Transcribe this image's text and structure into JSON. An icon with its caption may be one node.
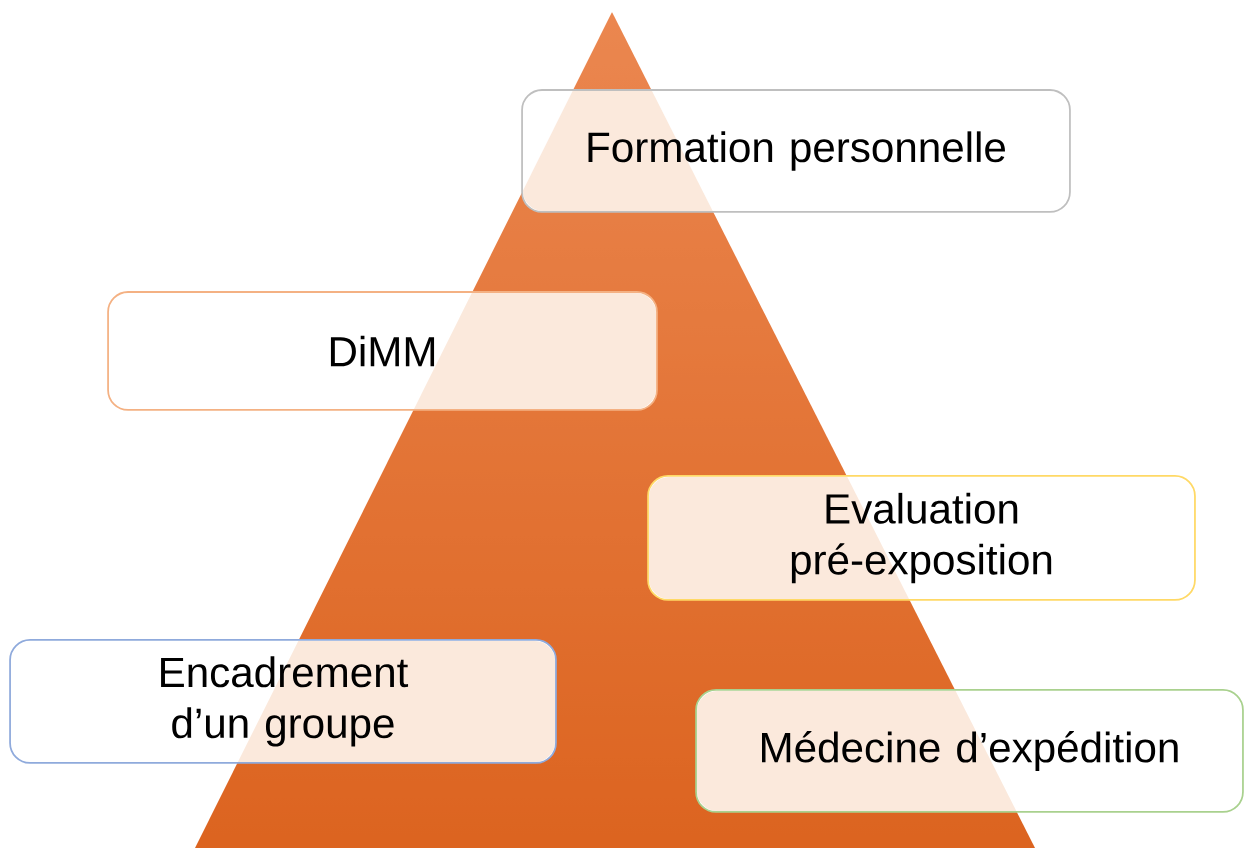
{
  "diagram": {
    "nodes": [
      {
        "text": [
          "Formation personnelle"
        ]
      },
      {
        "text": [
          "DiMM"
        ]
      },
      {
        "text": [
          "Evaluation pré-exposition"
        ]
      },
      {
        "text": [
          "Encadrement d’un groupe"
        ]
      },
      {
        "text": [
          "Médecine d’expédition"
        ]
      }
    ]
  }
}
